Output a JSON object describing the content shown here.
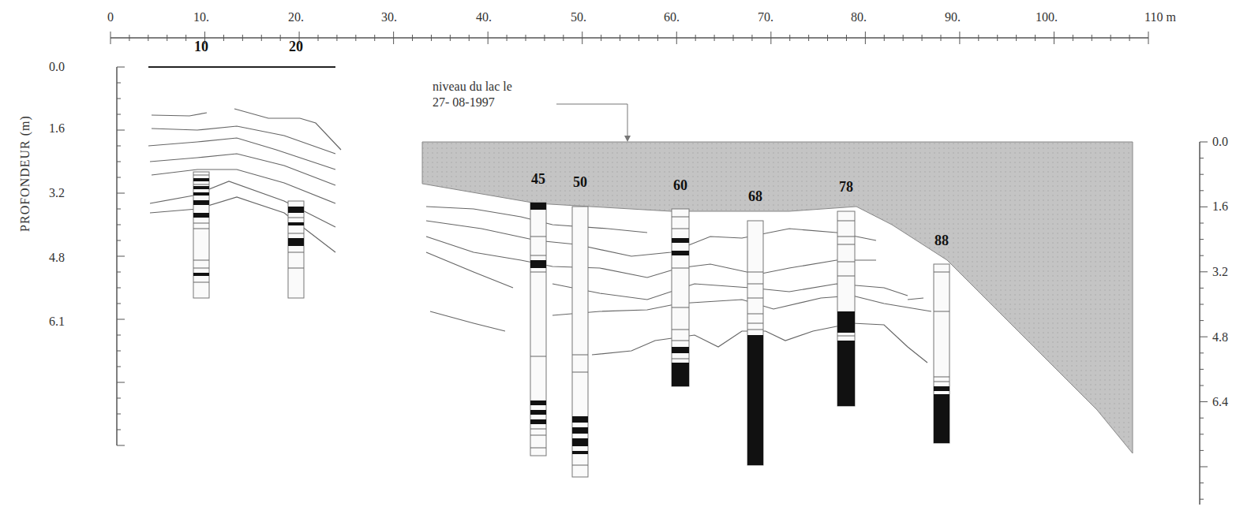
{
  "diagram": {
    "labels": [
      "0",
      "10.",
      "20.",
      "30.",
      "40.",
      "50.",
      "60.",
      "70.",
      "80.",
      "90.",
      "100.",
      "110 m",
      "PROFONDEUR (m)",
      "0.0",
      "1.6",
      "3.2",
      "4.8",
      "6.1",
      "10",
      "20",
      "niveau du lac le 27- 08-1997",
      "45",
      "50",
      "60",
      "68",
      "78",
      "88",
      "0.0",
      "1.6",
      "3.2",
      "4.8",
      "6.4"
    ]
  }
}
